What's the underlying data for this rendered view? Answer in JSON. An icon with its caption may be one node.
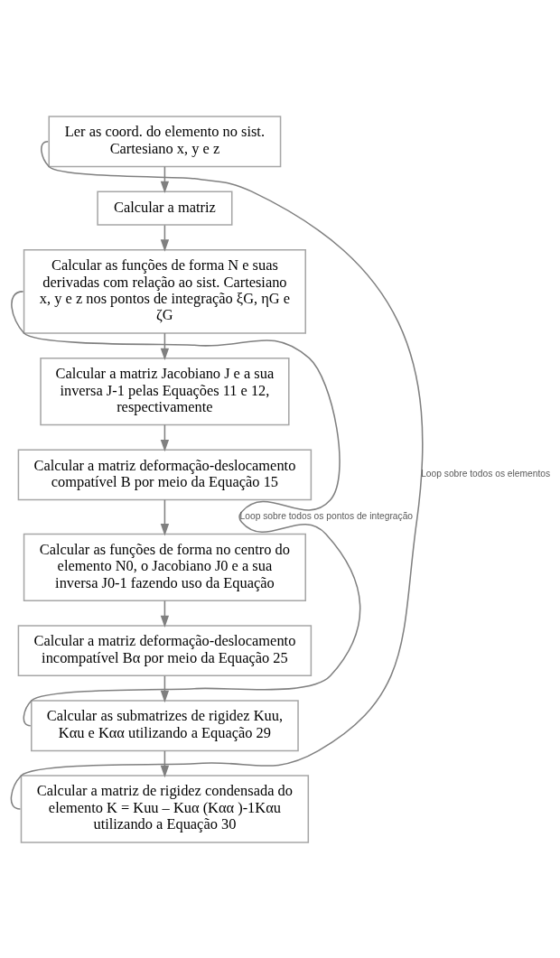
{
  "diagram": {
    "nodes": [
      {
        "text": [
          "Ler as coord. do elemento no sist. Cartesiano x, y e z"
        ]
      },
      {
        "text": [
          "Calcular a matriz"
        ]
      },
      {
        "text": [
          "Calcular as funções de forma N e suas derivadas com relação ao sist. Cartesiano x, y e z nos pontos de integração ξG, ηG e ζG"
        ]
      },
      {
        "text": [
          "Calcular a matriz Jacobiano J e a sua inversa J-1 pelas Equações 11 e 12, respectivamente"
        ]
      },
      {
        "text": [
          "Calcular a matriz deformação-deslocamento compatível B por meio da Equação 15"
        ]
      },
      {
        "text": [
          "Calcular as funções de forma no centro do elemento N0, o Jacobiano J0 e a sua inversa J0-1 fazendo uso da Equação"
        ]
      },
      {
        "text": [
          "Calcular a matriz deformação-deslocamento incompatível Bα por meio da Equação 25"
        ]
      },
      {
        "text": [
          "Calcular as submatrizes de rigidez Kuu, Kαu e Kαα utilizando a Equação 29"
        ]
      },
      {
        "text": [
          "Calcular a matriz de rigidez condensada do elemento K = Kuu – Kuα (Kαα )-1Kαu utilizando a Equação 30"
        ]
      }
    ],
    "edges": [
      {
        "from": 0,
        "to": 1,
        "arrow": "to"
      },
      {
        "from": 1,
        "to": 2,
        "arrow": "to"
      },
      {
        "from": 2,
        "to": 3,
        "arrow": "to"
      },
      {
        "from": 3,
        "to": 4,
        "arrow": "to"
      },
      {
        "from": 4,
        "to": 5,
        "arrow": "to"
      },
      {
        "from": 5,
        "to": 6,
        "arrow": "to"
      },
      {
        "from": 6,
        "to": 7,
        "arrow": "to"
      },
      {
        "from": 7,
        "to": 8,
        "arrow": "to"
      },
      {
        "from": 7,
        "to": 2,
        "arrow": "none",
        "label": "Loop sobre todos os pontos de integração"
      },
      {
        "from": 8,
        "to": 0,
        "arrow": "none",
        "label": "Loop sobre todos os elementos"
      }
    ]
  }
}
